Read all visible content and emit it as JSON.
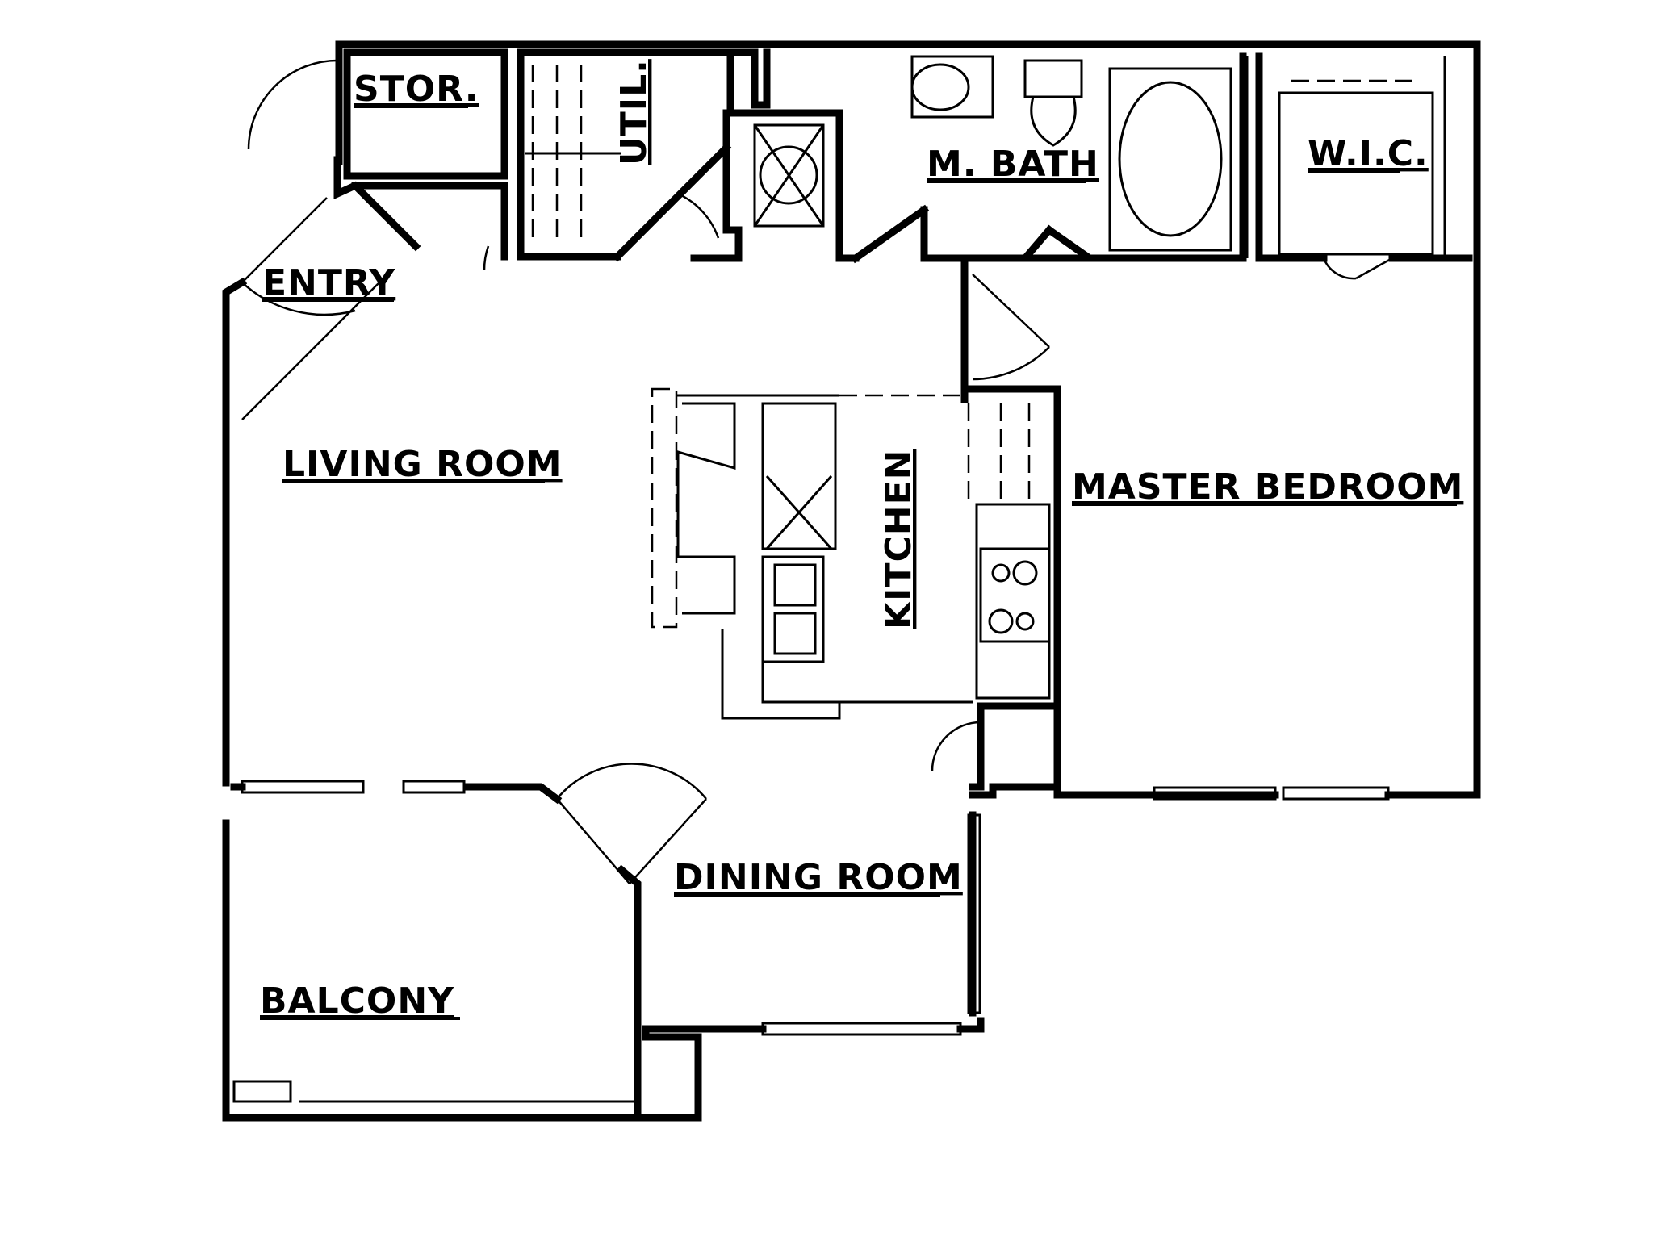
{
  "rooms": {
    "stor": "STOR.",
    "util": "UTIL.",
    "mbath": "M. BATH",
    "wic": "W.I.C.",
    "entry": "ENTRY",
    "living": "LIVING ROOM",
    "kitchen": "KITCHEN",
    "master": "MASTER BEDROOM",
    "dining": "DINING ROOM",
    "balcony": "BALCONY"
  }
}
